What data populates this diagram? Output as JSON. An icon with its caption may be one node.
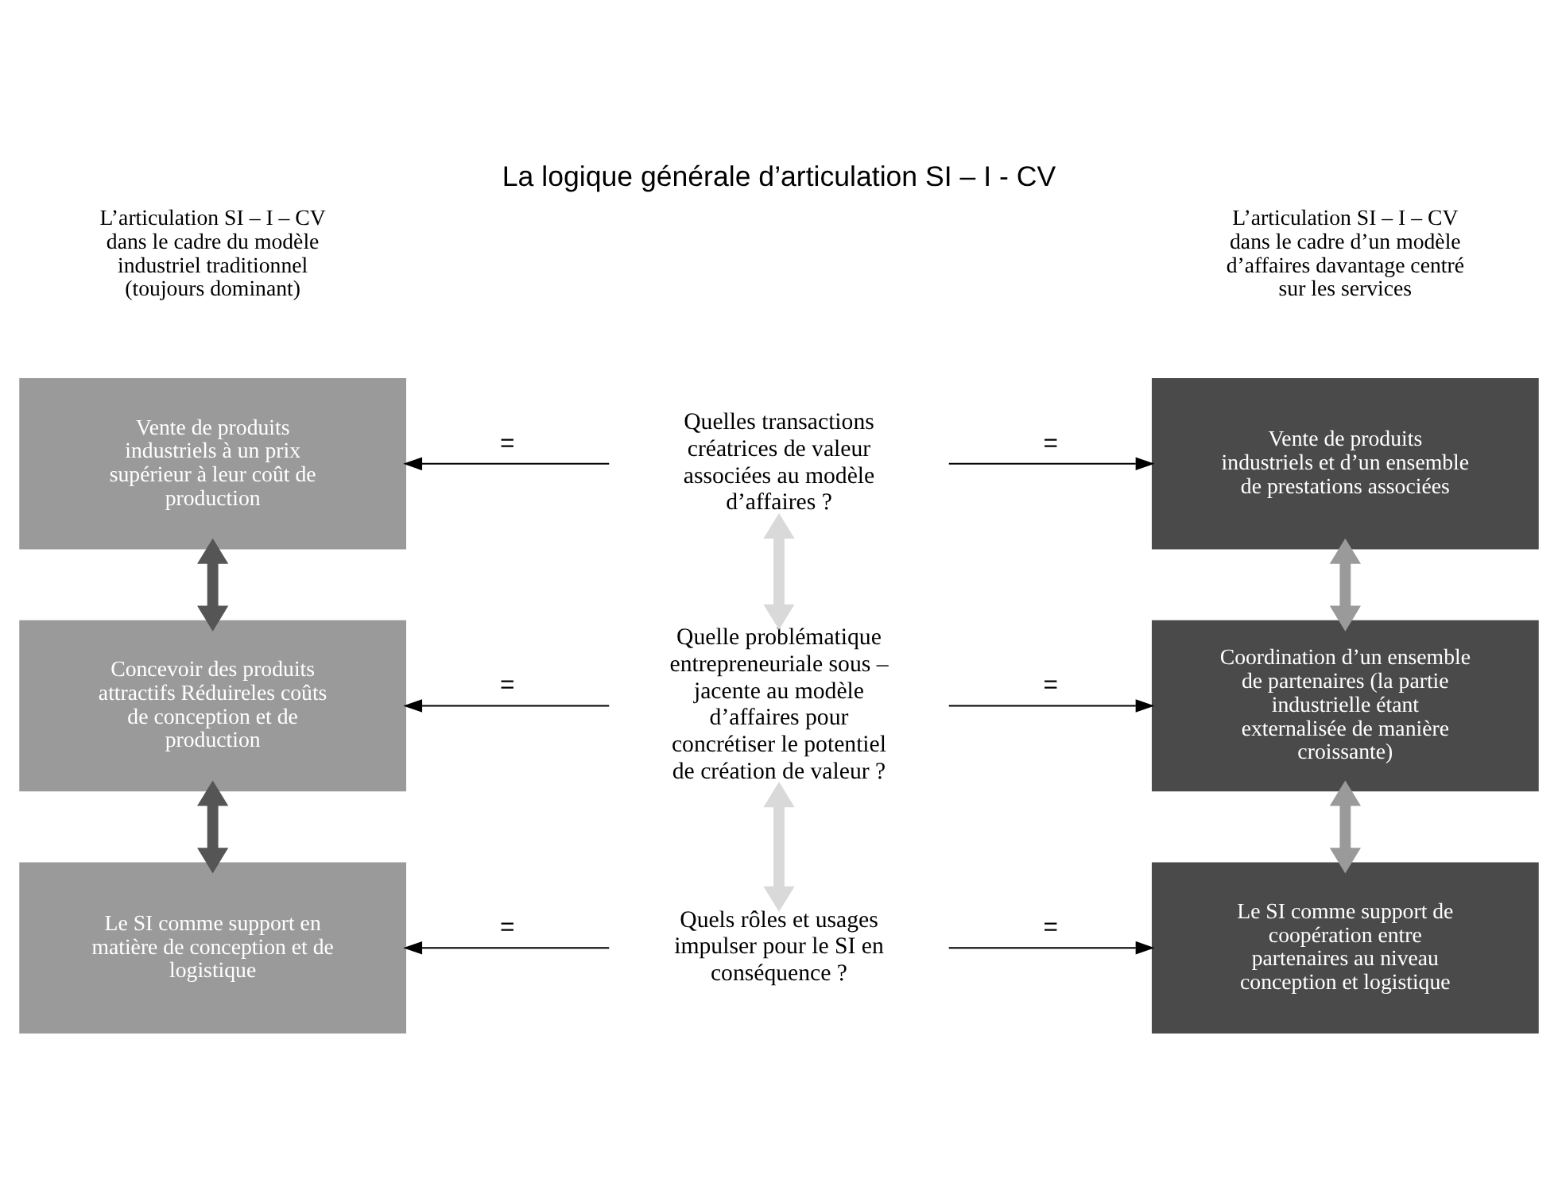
{
  "diagram": {
    "title": "La logique générale d’articulation SI – I - CV",
    "nodes": [
      {
        "text": [
          "Vente de produits industriels à un prix supérieur à leur coût de production"
        ]
      },
      {
        "text": [
          "Quelles transactions créatrices de valeur associées au modèle d’affaires ?"
        ]
      },
      {
        "text": [
          "Vente de produits industriels et d’un ensemble de prestations associées"
        ]
      },
      {
        "text": [
          "Concevoir des produits attractifs Réduireles coûts de conception et de production"
        ]
      },
      {
        "text": [
          "Quelle problématique entrepreneuriale sous – jacente au modèle d’affaires pour concrétiser le potentiel de création de valeur ?"
        ]
      },
      {
        "text": [
          "Coordination d’un ensemble de partenaires (la partie industrielle étant externalisée de manière croissante)"
        ]
      },
      {
        "text": [
          "Le SI comme support en matière de conception et de logistique"
        ]
      },
      {
        "text": [
          "Quels rôles et usages impulser pour le SI en conséquence ?"
        ]
      },
      {
        "text": [
          "Le SI comme support de coopération entre partenaires au niveau conception et logistique"
        ]
      }
    ],
    "edges": [
      {
        "from": 1,
        "to": 0,
        "arrow": "to",
        "label": "="
      },
      {
        "from": 1,
        "to": 2,
        "arrow": "to",
        "label": "="
      },
      {
        "from": 0,
        "to": 3,
        "arrow": "both",
        "style": "thick",
        "color": "#555555"
      },
      {
        "from": 1,
        "to": 4,
        "arrow": "both",
        "style": "thick",
        "color": "#d9d9d9"
      },
      {
        "from": 2,
        "to": 5,
        "arrow": "both",
        "style": "thick",
        "color": "#9a9a9a"
      },
      {
        "from": 4,
        "to": 3,
        "arrow": "to",
        "label": "="
      },
      {
        "from": 4,
        "to": 5,
        "arrow": "to",
        "label": "="
      },
      {
        "from": 3,
        "to": 6,
        "arrow": "both",
        "style": "thick",
        "color": "#555555"
      },
      {
        "from": 4,
        "to": 7,
        "arrow": "both",
        "style": "thick",
        "color": "#d9d9d9"
      },
      {
        "from": 5,
        "to": 8,
        "arrow": "both",
        "style": "thick",
        "color": "#9a9a9a"
      },
      {
        "from": 7,
        "to": 6,
        "arrow": "to",
        "label": "="
      },
      {
        "from": 7,
        "to": 8,
        "arrow": "to",
        "label": "="
      }
    ],
    "labels": [
      "L’articulation SI – I – CV dans le cadre du modèle industriel traditionnel (toujours dominant)",
      "L’articulation SI – I – CV dans le cadre d’un modèle d’affaires davantage centré sur les services"
    ]
  }
}
